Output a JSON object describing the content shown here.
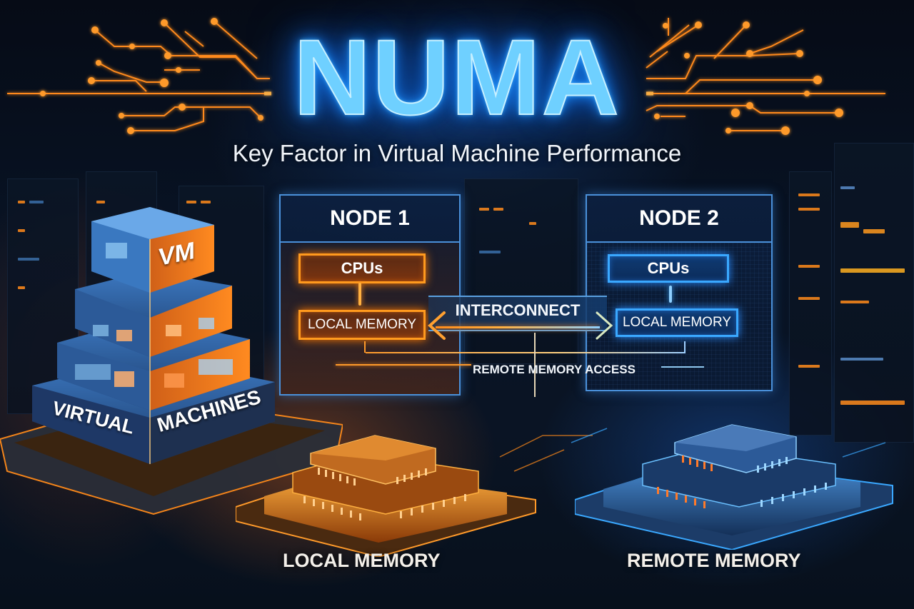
{
  "header": {
    "title": "NUMA",
    "subtitle": "Key Factor in Virtual Machine Performance"
  },
  "nodes": [
    {
      "label": "NODE 1",
      "theme": "orange",
      "cpu_label": "CPUs",
      "memory_label": "LOCAL MEMORY"
    },
    {
      "label": "NODE 2",
      "theme": "blue",
      "cpu_label": "CPUs",
      "memory_label": "LOCAL MEMORY"
    }
  ],
  "links": {
    "interconnect_label": "INTERCONNECT",
    "remote_access_label": "REMOTE MEMORY ACCESS"
  },
  "vm_stack": {
    "top_label": "VM",
    "base_label_left": "VIRTUAL",
    "base_label_right": "MACHINES"
  },
  "chips": {
    "local_label": "LOCAL MEMORY",
    "remote_label": "REMOTE MEMORY"
  },
  "colors": {
    "title_glow": "#3fb4ff",
    "orange_accent": "#ff8a1a",
    "blue_accent": "#3aa8ff",
    "background": "#07101c"
  },
  "icons": [
    "circuit-traces-icon",
    "server-rack-icon",
    "vm-cube-icon",
    "memory-chip-icon",
    "arrow-left-icon",
    "arrow-right-icon"
  ]
}
